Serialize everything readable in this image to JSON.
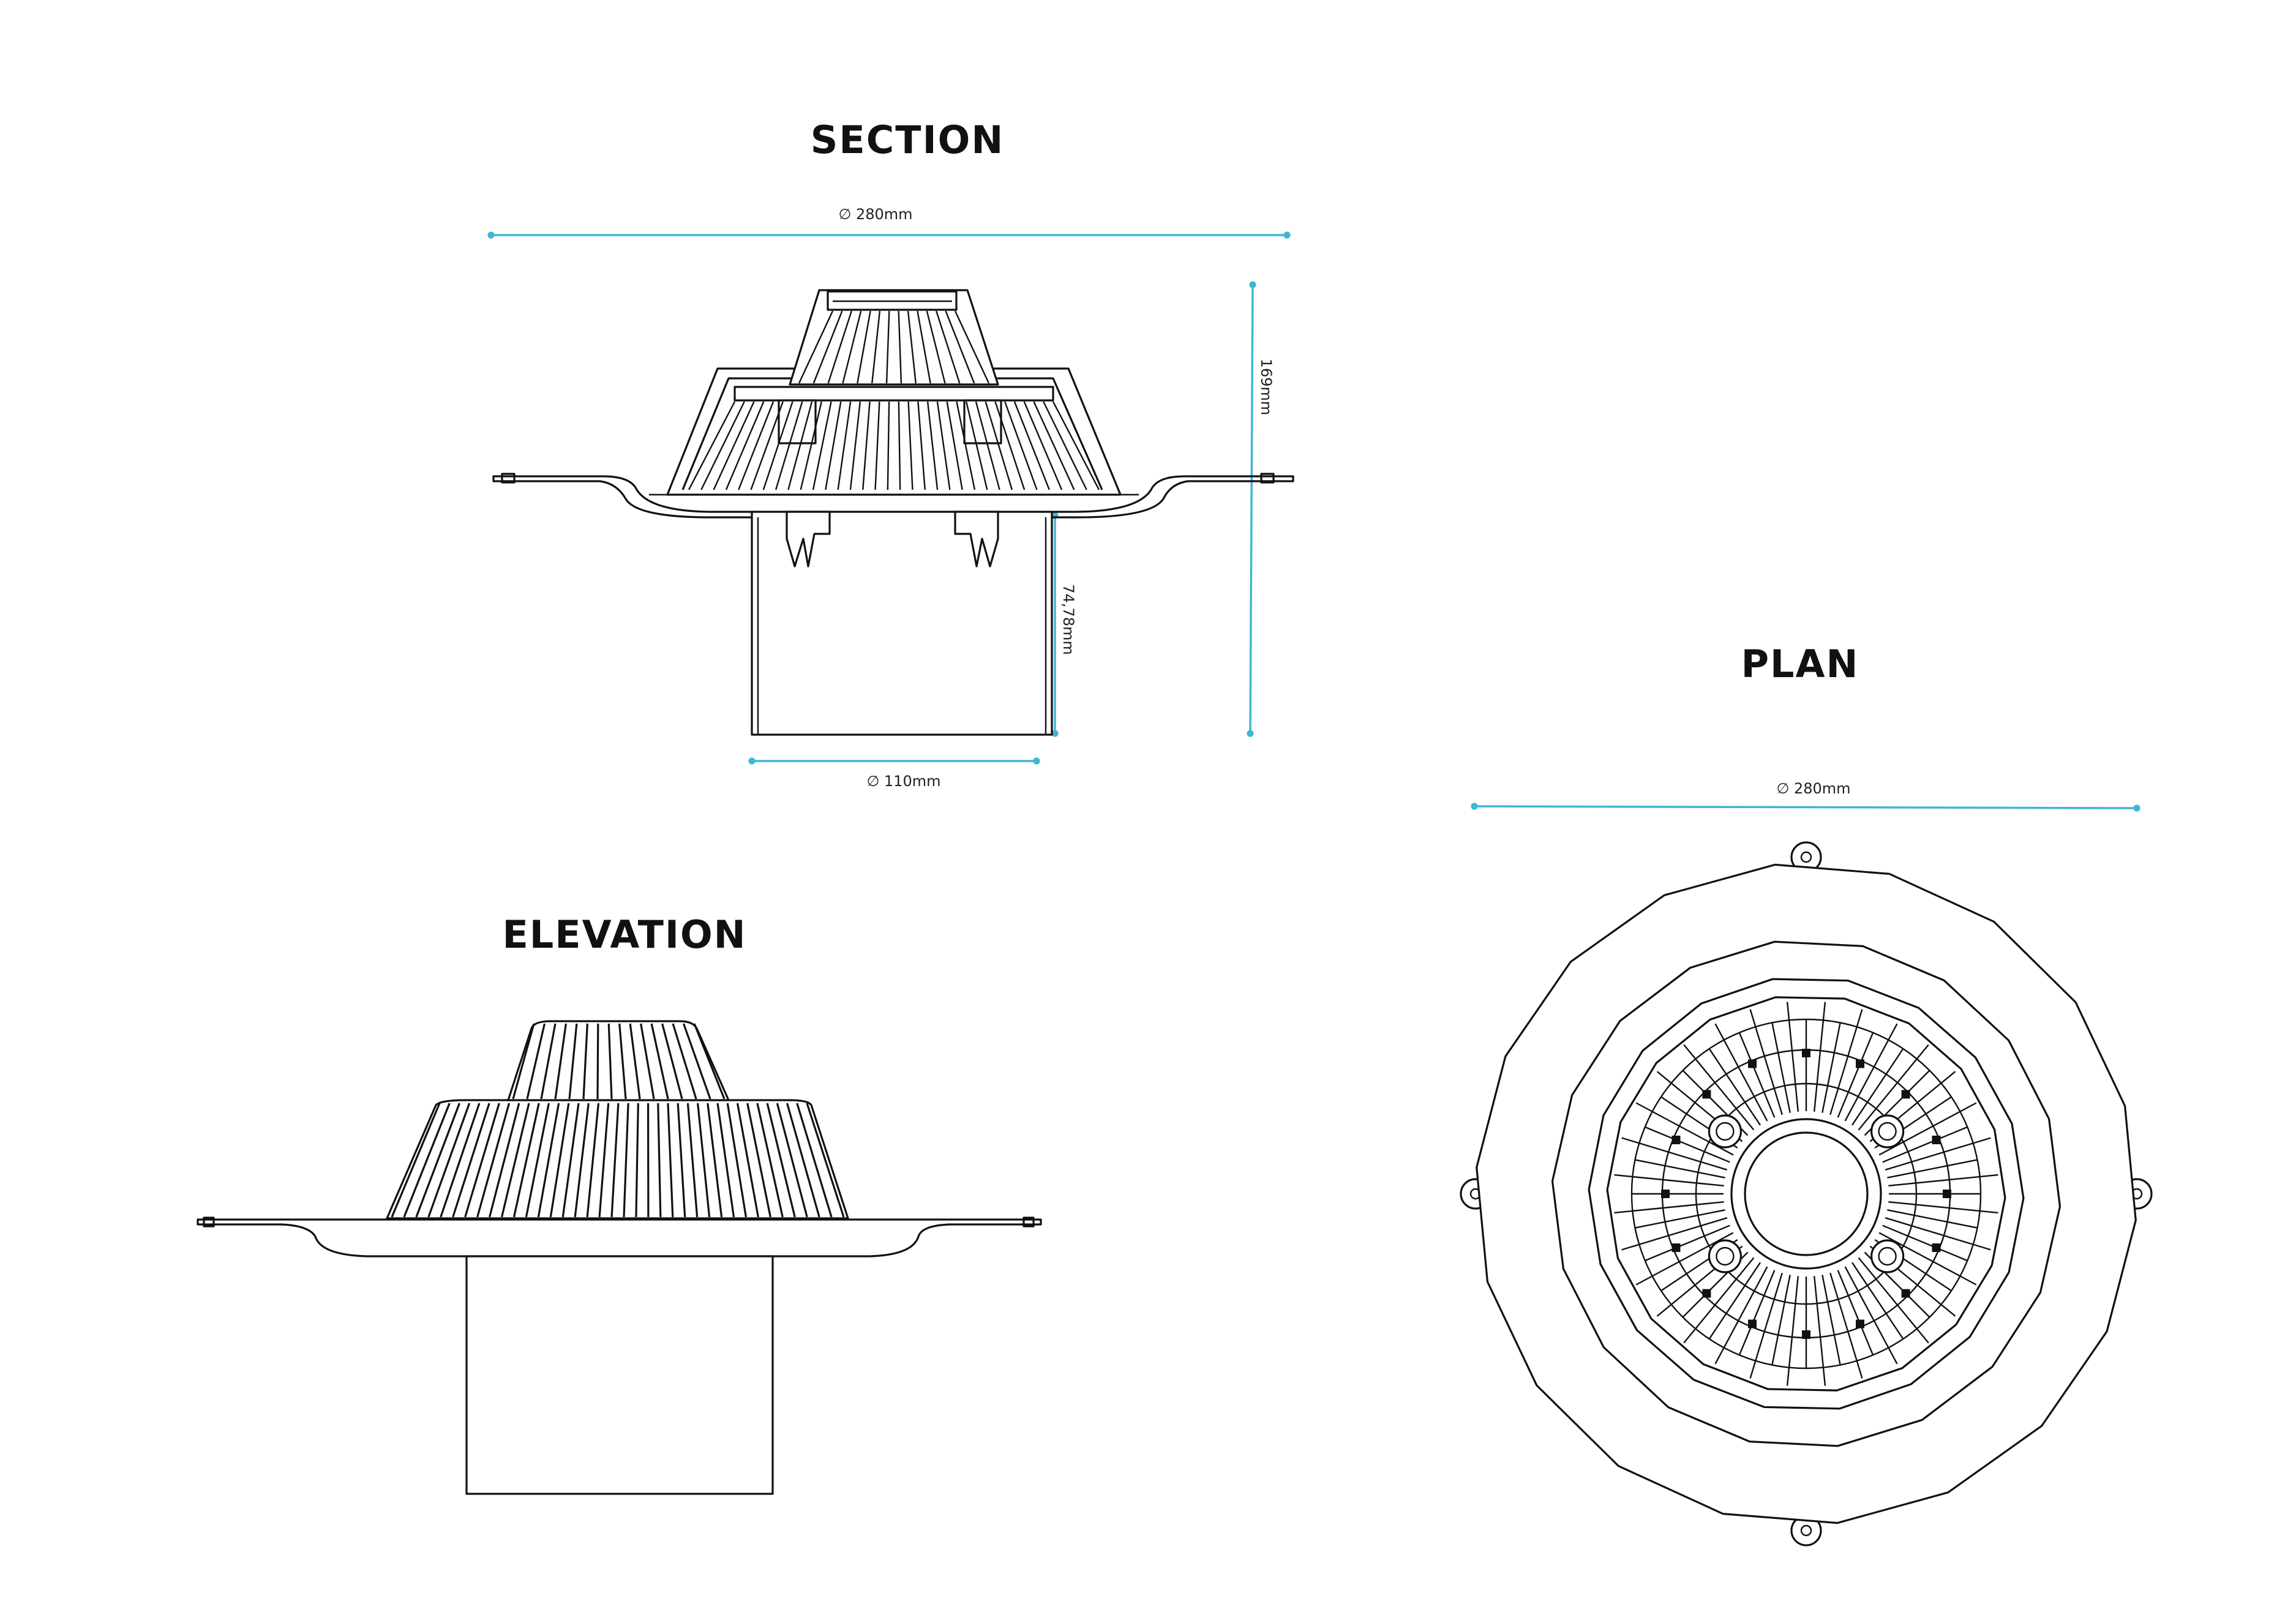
{
  "titles": {
    "section": "SECTION",
    "elevation": "ELEVATION",
    "plan": "PLAN"
  },
  "dimensions": {
    "section_width": "∅ 280mm",
    "section_height": "169mm",
    "section_pipe_length": "74,78mm",
    "section_pipe_diameter": "∅ 110mm",
    "plan_width": "∅ 280mm"
  }
}
